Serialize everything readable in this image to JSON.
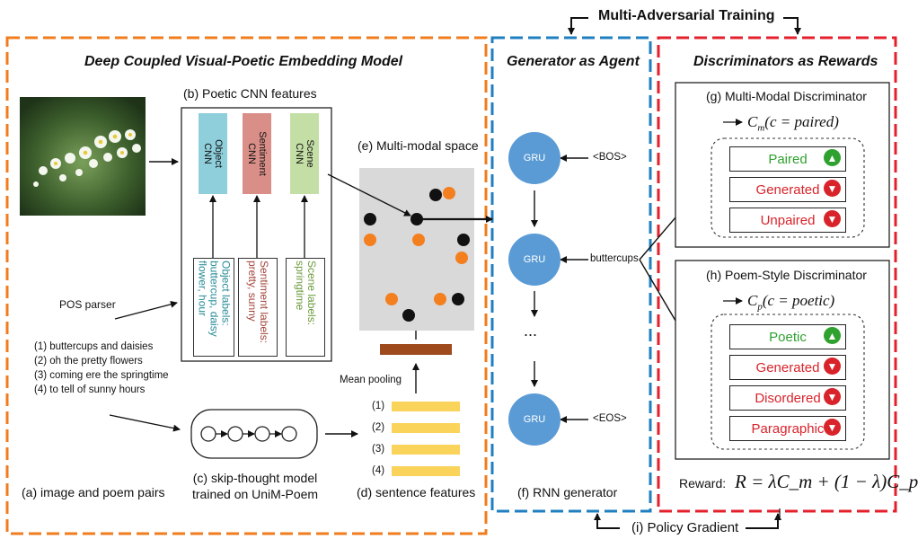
{
  "top_label": "Multi-Adversarial Training",
  "bottom_label": "(i) Policy Gradient",
  "sections": {
    "embedding_title": "Deep Coupled Visual-Poetic Embedding Model",
    "generator_title": "Generator as Agent",
    "discriminator_title": "Discriminators as Rewards"
  },
  "cnn": {
    "title": "(b) Poetic CNN features",
    "object": "Object CNN",
    "sentiment": "Sentiment CNN",
    "scene": "Scene CNN",
    "object_labels": "Object labels: buttercup, daisy flower, hour",
    "sentiment_labels": "Sentiment labels: pretty, sunny",
    "scene_labels": "Scene labels: springtime",
    "object_color": "#8fcfdc",
    "sentiment_color": "#d98f88",
    "scene_color": "#c4dfa6"
  },
  "left": {
    "pos_parser": "POS parser",
    "poem_lines": [
      "(1) buttercups and daisies",
      "(2) oh the pretty flowers",
      "(3) coming ere the springtime",
      "(4) to tell of sunny hours"
    ],
    "caption_a": "(a) image and poem pairs",
    "caption_c1": "(c) skip-thought model",
    "caption_c2": "trained on UniM-Poem"
  },
  "middle": {
    "space_title": "(e) Multi-modal space",
    "mean_pooling": "Mean pooling",
    "sentence_indices": [
      "(1)",
      "(2)",
      "(3)",
      "(4)"
    ],
    "caption_d": "(d) sentence features"
  },
  "generator": {
    "gru_label": "GRU",
    "bos": "<BOS>",
    "word": "buttercups",
    "ellipsis": "...",
    "eos": "<EOS>",
    "caption_f": "(f) RNN generator",
    "node_color": "#5b9bd5"
  },
  "discriminators": {
    "mm_title": "(g) Multi-Modal Discriminator",
    "mm_formula_main": "C",
    "mm_formula_sub": "m",
    "mm_formula_tail": "(c = paired)",
    "mm_classes": [
      "Paired",
      "Generated",
      "Unpaired"
    ],
    "ps_title": "(h) Poem-Style Discriminator",
    "ps_formula_main": "C",
    "ps_formula_sub": "p",
    "ps_formula_tail": "(c = poetic)",
    "ps_classes": [
      "Poetic",
      "Generated",
      "Disordered",
      "Paragraphic"
    ],
    "reward_label": "Reward:",
    "reward_formula": "R = λC_m + (1 − λ)C_p",
    "good_color": "#2fa12f",
    "bad_color": "#d8232a",
    "good_icon": "thumbs-up-icon",
    "bad_icon": "thumbs-down-icon"
  },
  "colors": {
    "orange_dash": "#f07c1e",
    "blue_dash": "#1f7fc0",
    "red_dash": "#e3202b",
    "orange_dot": "#f47f1f",
    "black_dot": "#111111",
    "sentence_bar": "#f9d35a",
    "pool_bar": "#9e4a1d",
    "space_bg": "#d9d9d9"
  }
}
